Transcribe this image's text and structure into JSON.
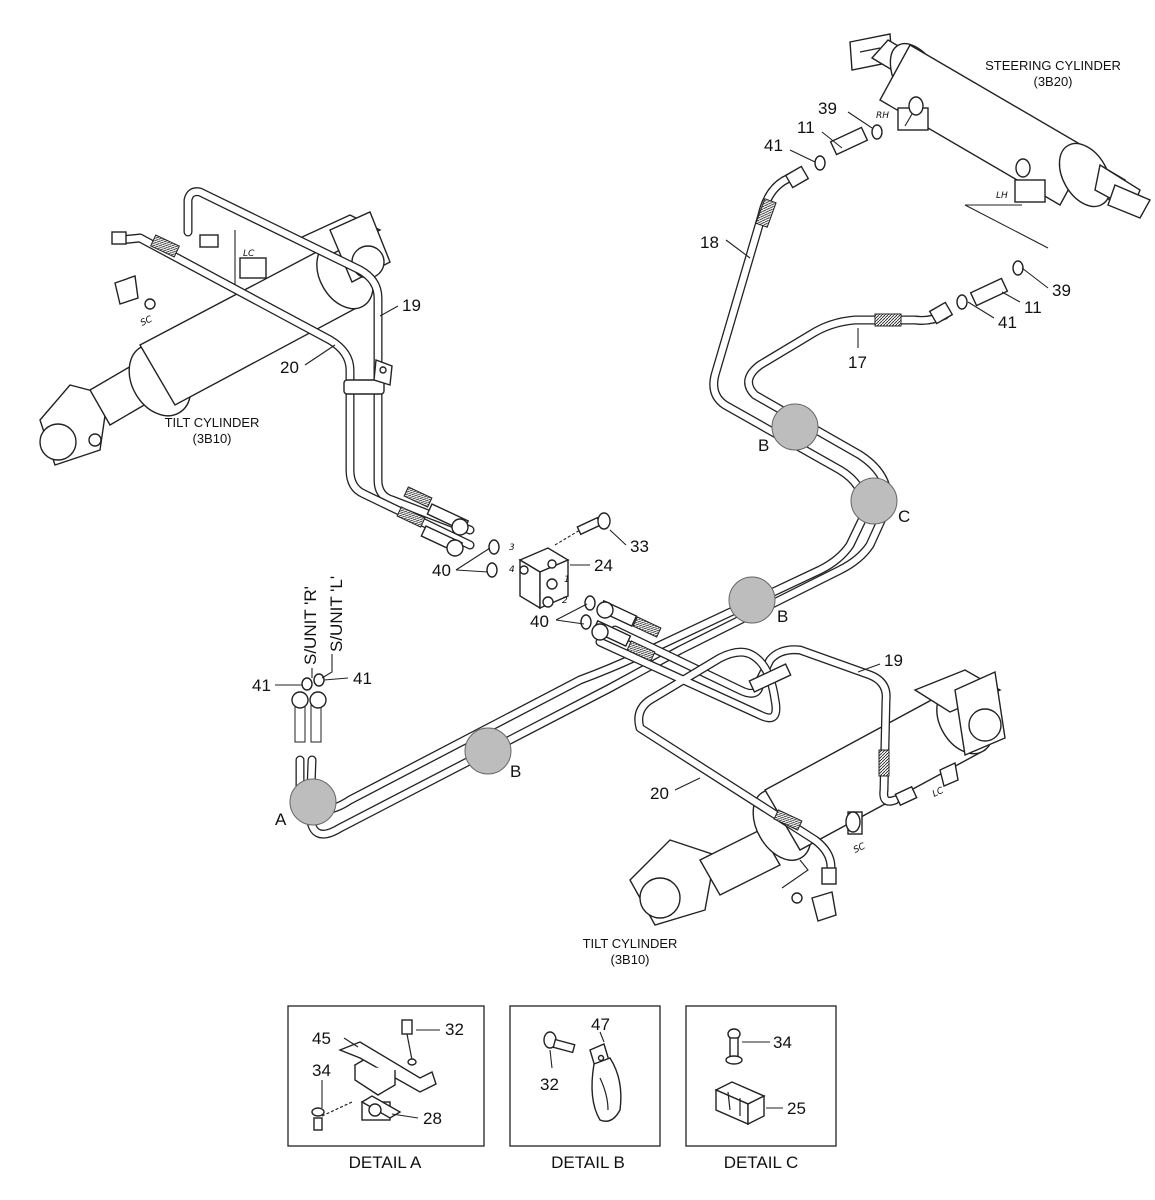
{
  "cylinders": {
    "steering": {
      "name": "STEERING CYLINDER",
      "code": "(3B20)"
    },
    "tilt_left": {
      "name": "TILT CYLINDER",
      "code": "(3B10)"
    },
    "tilt_right": {
      "name": "TILT CYLINDER",
      "code": "(3B10)"
    }
  },
  "port_marks": {
    "rh": "RH",
    "lh": "LH",
    "lc": "LC",
    "sc": "SC"
  },
  "supply_units": {
    "right": "S/UNIT 'R'",
    "left": "S/UNIT 'L'"
  },
  "block_ports": [
    "1",
    "2",
    "3",
    "4"
  ],
  "callouts": {
    "p39_top": "39",
    "p11_top": "11",
    "p41_top": "41",
    "p18": "18",
    "p39_mid": "39",
    "p11_mid": "11",
    "p41_mid": "41",
    "p17": "17",
    "p19_left": "19",
    "p20_left": "20",
    "p33": "33",
    "p24": "24",
    "p40_upper": "40",
    "p40_lower": "40",
    "p41_left": "41",
    "p41_right": "41",
    "p19_right": "19",
    "p20_right": "20"
  },
  "clamp_markers": {
    "a": "A",
    "b1": "B",
    "b2": "B",
    "b3": "B",
    "c": "C"
  },
  "details": [
    {
      "title": "DETAIL A",
      "callouts": [
        "45",
        "32",
        "34",
        "28"
      ]
    },
    {
      "title": "DETAIL B",
      "callouts": [
        "47",
        "32"
      ]
    },
    {
      "title": "DETAIL C",
      "callouts": [
        "34",
        "25"
      ]
    }
  ]
}
